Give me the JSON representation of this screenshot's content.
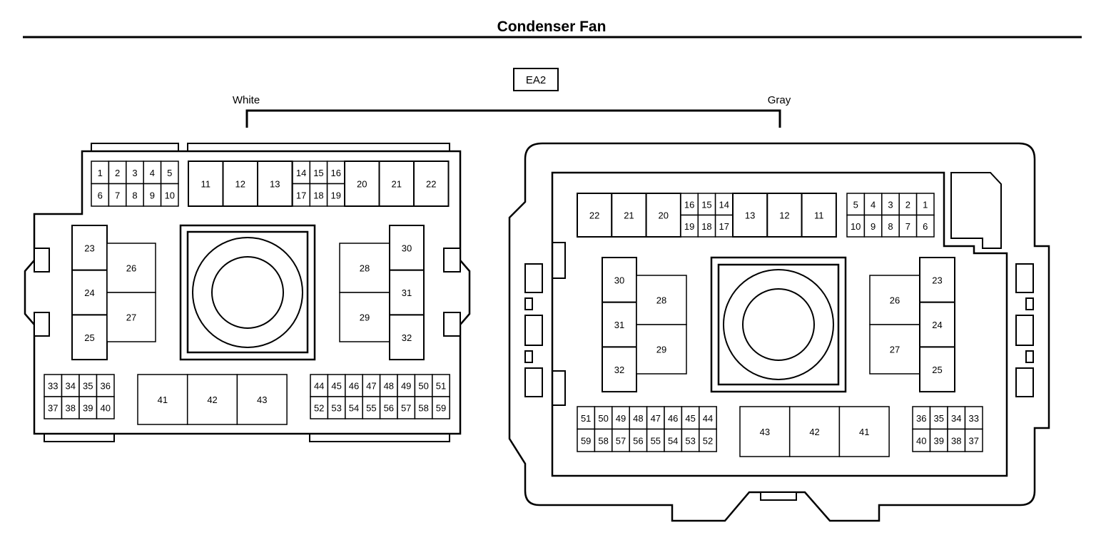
{
  "title": "Condenser Fan",
  "connector_id": "EA2",
  "left_label": "White",
  "right_label": "Gray",
  "left_connector": {
    "top_small_row1": [
      "1",
      "2",
      "3",
      "4",
      "5"
    ],
    "top_small_row2": [
      "6",
      "7",
      "8",
      "9",
      "10"
    ],
    "top_large": [
      "11",
      "12",
      "13",
      "20",
      "21",
      "22"
    ],
    "top_mid_row1": [
      "14",
      "15",
      "16"
    ],
    "top_mid_row2": [
      "17",
      "18",
      "19"
    ],
    "left_column": [
      "23",
      "24",
      "25"
    ],
    "left_side": [
      "26",
      "27"
    ],
    "right_side": [
      "28",
      "29"
    ],
    "right_column": [
      "30",
      "31",
      "32"
    ],
    "bottom_left_row1": [
      "33",
      "34",
      "35",
      "36"
    ],
    "bottom_left_row2": [
      "37",
      "38",
      "39",
      "40"
    ],
    "bottom_mid": [
      "41",
      "42",
      "43"
    ],
    "bottom_right_row1": [
      "44",
      "45",
      "46",
      "47",
      "48",
      "49",
      "50",
      "51"
    ],
    "bottom_right_row2": [
      "52",
      "53",
      "54",
      "55",
      "56",
      "57",
      "58",
      "59"
    ]
  },
  "right_connector": {
    "top_large_left": [
      "22",
      "21",
      "20"
    ],
    "top_mid_row1": [
      "16",
      "15",
      "14"
    ],
    "top_mid_row2": [
      "19",
      "18",
      "17"
    ],
    "top_large_right": [
      "13",
      "12",
      "11"
    ],
    "top_small_row1": [
      "5",
      "4",
      "3",
      "2",
      "1"
    ],
    "top_small_row2": [
      "10",
      "9",
      "8",
      "7",
      "6"
    ],
    "left_column": [
      "30",
      "31",
      "32"
    ],
    "left_side": [
      "28",
      "29"
    ],
    "right_side": [
      "26",
      "27"
    ],
    "right_column": [
      "23",
      "24",
      "25"
    ],
    "bottom_left_row1": [
      "51",
      "50",
      "49",
      "48",
      "47",
      "46",
      "45",
      "44"
    ],
    "bottom_left_row2": [
      "59",
      "58",
      "57",
      "56",
      "55",
      "54",
      "53",
      "52"
    ],
    "bottom_mid": [
      "43",
      "42",
      "41"
    ],
    "bottom_right_row1": [
      "36",
      "35",
      "34",
      "33"
    ],
    "bottom_right_row2": [
      "40",
      "39",
      "38",
      "37"
    ]
  }
}
